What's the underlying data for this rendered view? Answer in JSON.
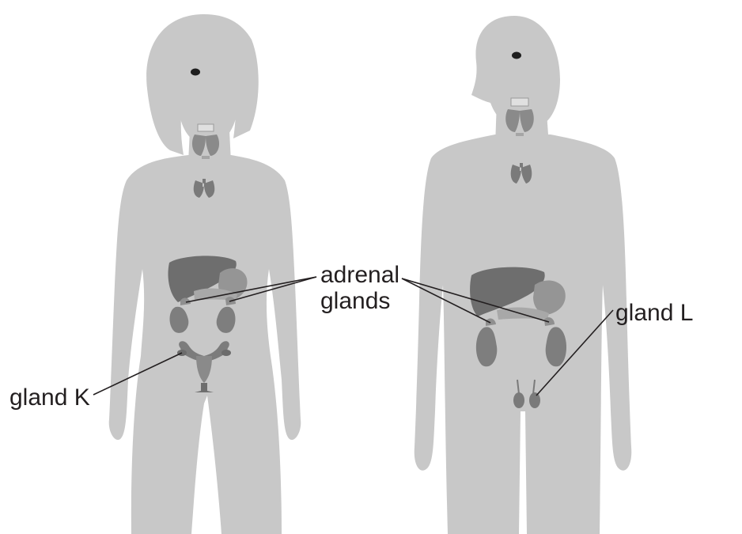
{
  "labels": {
    "adrenal_line1": "adrenal",
    "adrenal_line2": "glands",
    "gland_k": "gland K",
    "gland_l": "gland L"
  },
  "colors": {
    "body_silhouette": "#c8c8c8",
    "organ_dark": "#6e6e6e",
    "organ_mid": "#8a8a8a",
    "organ_light": "#a5a5a5",
    "pointer_lines": "#231f20",
    "text": "#231f20"
  },
  "figures": [
    {
      "name": "female",
      "organs": [
        "pituitary-gland",
        "thyroid-gland",
        "thymus",
        "liver",
        "stomach",
        "pancreas",
        "adrenal-glands",
        "kidneys",
        "ovaries-uterus"
      ]
    },
    {
      "name": "male",
      "organs": [
        "pituitary-gland",
        "thyroid-gland",
        "thymus",
        "liver",
        "stomach",
        "pancreas",
        "adrenal-glands",
        "kidneys",
        "testes"
      ]
    }
  ]
}
